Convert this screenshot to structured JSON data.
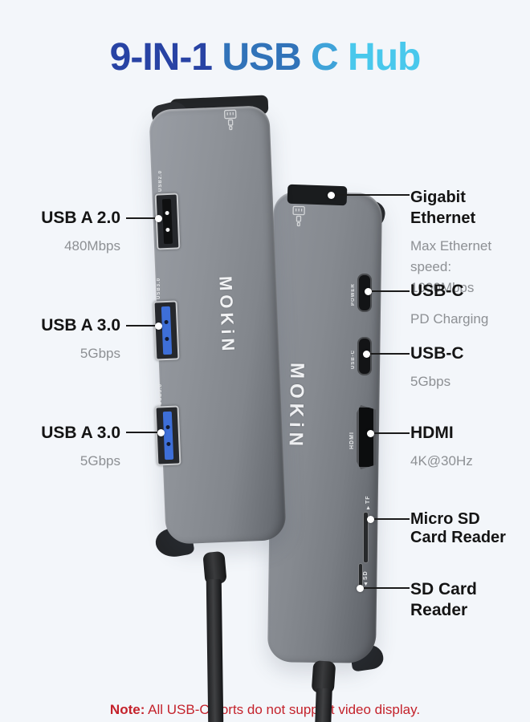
{
  "title": {
    "seg1": "9-IN-1 ",
    "seg2": "USB ",
    "seg3": "C ",
    "seg4": "Hub"
  },
  "colors": {
    "title_seg1": "#2843a4",
    "title_seg2": "#3173b9",
    "title_seg3": "#3fa3d9",
    "title_seg4": "#49c8ec",
    "note_red": "#c4222b",
    "usb2_black": "#0f1011",
    "usb3_blue": "#3e6fd8",
    "device_gray": "#85898f",
    "background": "#f3f6fa"
  },
  "device_front": {
    "brand": "MOKiN",
    "port_labels": [
      "USB2.0",
      "USB3.0",
      "USB3.0"
    ]
  },
  "device_back": {
    "brand": "MOKiN",
    "port_labels": [
      "POWER",
      "USB-C",
      "HDMI",
      "▼TF",
      "▲SD"
    ]
  },
  "callouts_left": [
    {
      "label": "USB A 2.0",
      "sub": "480Mbps"
    },
    {
      "label": "USB A 3.0",
      "sub": "5Gbps"
    },
    {
      "label": "USB A 3.0",
      "sub": "5Gbps"
    }
  ],
  "callouts_right": [
    {
      "label": "Gigabit Ethernet",
      "sub": "Max Ethernet speed:",
      "sub2": "1000Mbps"
    },
    {
      "label": "USB-C",
      "sub": "PD Charging"
    },
    {
      "label": "USB-C",
      "sub": "5Gbps"
    },
    {
      "label": "HDMI",
      "sub": "4K@30Hz"
    },
    {
      "label": "Micro SD",
      "label2": "Card Reader"
    },
    {
      "label": "SD Card Reader"
    }
  ],
  "note": {
    "prefix": "Note:",
    "text": " All USB-C ports do not support video display."
  }
}
